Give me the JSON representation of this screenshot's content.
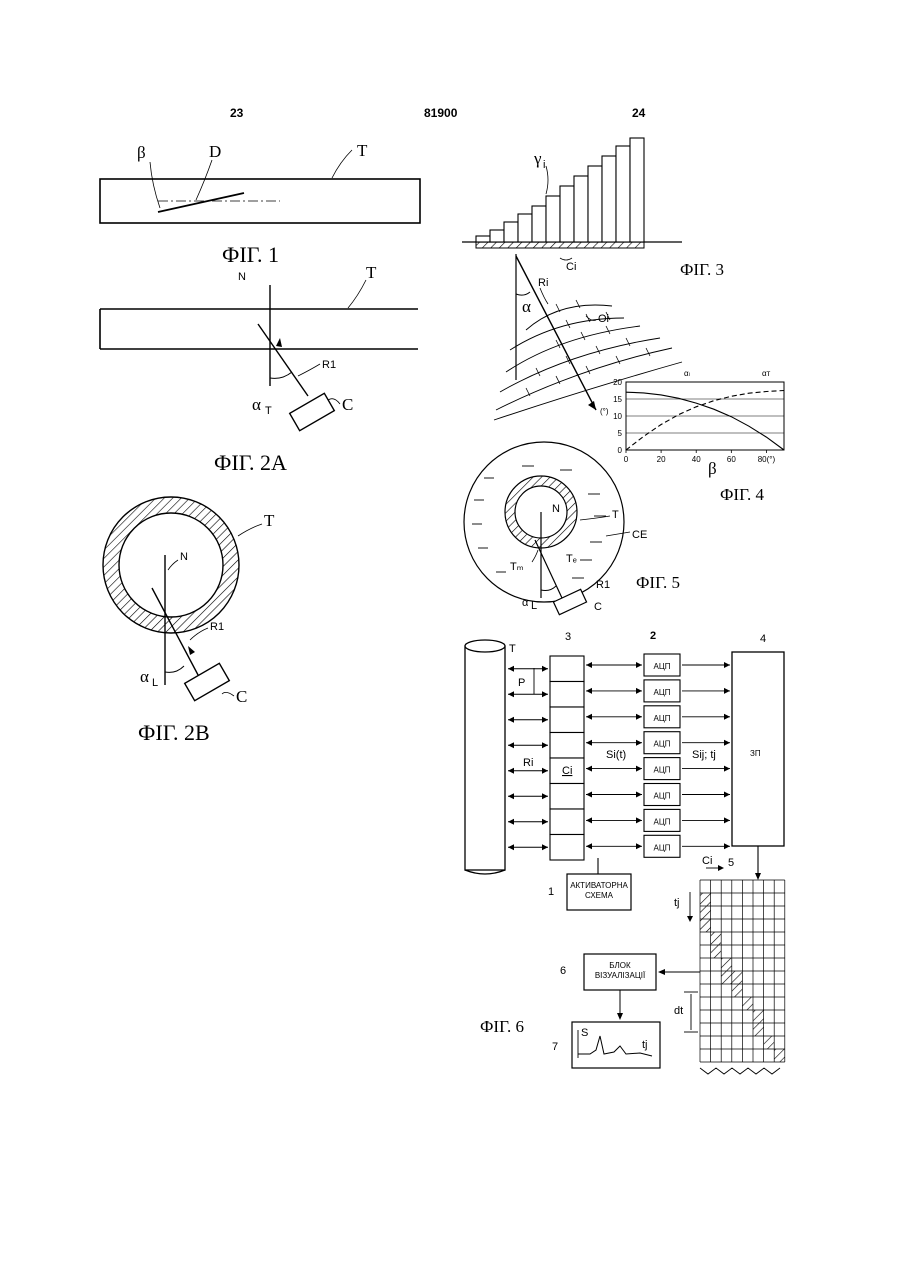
{
  "header": {
    "page_left": "23",
    "patent_number": "81900",
    "page_right": "24"
  },
  "fig1": {
    "caption": "ФІГ. 1",
    "label_beta": "β",
    "label_d": "D",
    "label_t": "T"
  },
  "fig2a": {
    "caption": "ФІГ. 2A",
    "label_n": "N",
    "label_t": "T",
    "label_r1": "R1",
    "label_alpha": "α",
    "label_alpha_sub": "T",
    "label_c": "C"
  },
  "fig2b": {
    "caption": "ФІГ. 2B",
    "label_t": "T",
    "label_n": "N",
    "label_r1": "R1",
    "label_alpha": "α",
    "label_alpha_sub": "L",
    "label_c": "C"
  },
  "fig3": {
    "caption": "ФІГ. 3",
    "label_gamma": "γ",
    "label_gamma_sub": "i",
    "label_ci": "Ci",
    "label_ri": "Ri",
    "label_alpha": "α",
    "label_oi": "Oi"
  },
  "fig4": {
    "caption": "ФІГ. 4",
    "ylabel": "(°)",
    "xlabel": "β",
    "label_alpha_l": "αₗ",
    "label_alpha_t": "αᴛ",
    "x_ticks": [
      "0",
      "20",
      "40",
      "60",
      "80(°)"
    ],
    "y_ticks": [
      "0",
      "5",
      "10",
      "15",
      "20"
    ]
  },
  "chart_data": {
    "type": "line",
    "xlabel": "β",
    "ylabel": "(°)",
    "xlim": [
      0,
      90
    ],
    "ylim": [
      0,
      20
    ],
    "grid": true,
    "series": [
      {
        "name": "αₗ",
        "style": "solid",
        "x": [
          0,
          10,
          20,
          30,
          40,
          50,
          60,
          70,
          80,
          90
        ],
        "y": [
          17,
          16.8,
          16.2,
          15.2,
          13.8,
          12,
          9.8,
          7,
          3.8,
          0
        ]
      },
      {
        "name": "αᴛ",
        "style": "dashed",
        "x": [
          0,
          10,
          20,
          30,
          40,
          50,
          60,
          70,
          80,
          90
        ],
        "y": [
          0,
          4,
          7.5,
          10.4,
          12.7,
          14.5,
          15.8,
          16.7,
          17.2,
          17.5
        ]
      }
    ]
  },
  "fig5": {
    "caption": "ФІГ. 5",
    "label_n": "N",
    "label_t": "T",
    "label_ce": "CE",
    "label_te": "Tₑ",
    "label_tm": "Tₘ",
    "label_r1": "R1",
    "label_alpha": "α",
    "label_alpha_sub": "L",
    "label_c": "C"
  },
  "fig6": {
    "caption": "ФІГ. 6",
    "label_t": "T",
    "label_3": "3",
    "label_2": "2",
    "label_4": "4",
    "label_5": "5",
    "label_1": "1",
    "label_6": "6",
    "label_7": "7",
    "label_p": "P",
    "label_ri": "Ri",
    "label_ci": "Ci",
    "label_sit": "Si(t)",
    "label_sijtj": "Sij; tj",
    "label_zp": "ЗП",
    "adc_label": "АЦП",
    "activator_line1": "АКТИВАТОРНА",
    "activator_line2": "СХЕМА",
    "visual_line1": "БЛОК",
    "visual_line2": "ВІЗУАЛІЗАЦІЇ",
    "label_ci_grid": "Ci",
    "label_tj": "tj",
    "label_dt": "dt",
    "label_s": "S",
    "label_tj_plot": "tj"
  }
}
